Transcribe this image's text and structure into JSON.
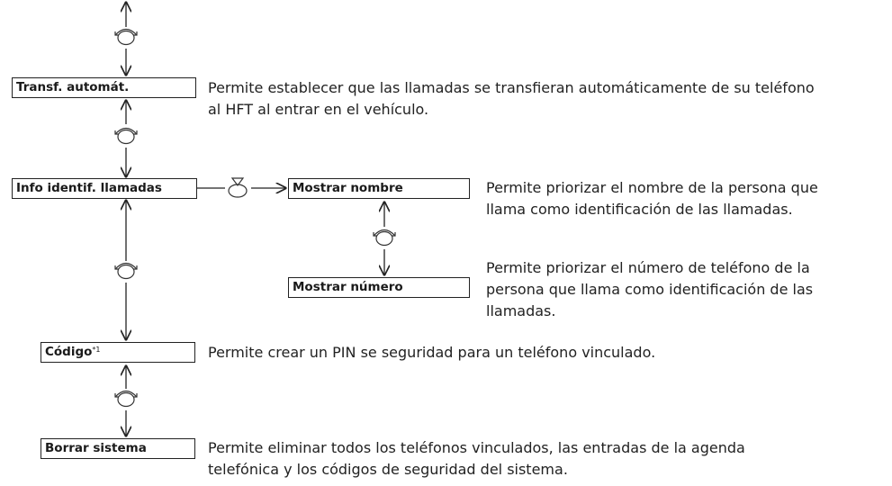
{
  "menu": {
    "transfer": {
      "label": "Transf. automát.",
      "description_lines": [
        "Permite establecer que las llamadas se transfieran automáticamente de su teléfono",
        "al HFT al entrar en el vehículo."
      ]
    },
    "caller_id": {
      "label": "Info identif. llamadas",
      "options": [
        {
          "label": "Mostrar nombre",
          "description_lines": [
            "Permite priorizar el nombre de la persona que",
            "llama como identificación de las llamadas."
          ]
        },
        {
          "label": "Mostrar número",
          "description_lines": [
            "Permite priorizar el número de teléfono de la",
            "persona que llama como identificación de las",
            "llamadas."
          ]
        }
      ]
    },
    "code": {
      "label": "Código",
      "footnote": "*1",
      "description_lines": [
        "Permite crear un PIN se seguridad para un teléfono vinculado."
      ]
    },
    "reset": {
      "label": "Borrar sistema",
      "description_lines": [
        "Permite eliminar todos los teléfonos vinculados, las entradas de la agenda",
        "telefónica y los códigos de seguridad del sistema."
      ]
    }
  },
  "icons": {
    "rotate": "rotate-dial-icon",
    "press": "press-selector-icon"
  }
}
